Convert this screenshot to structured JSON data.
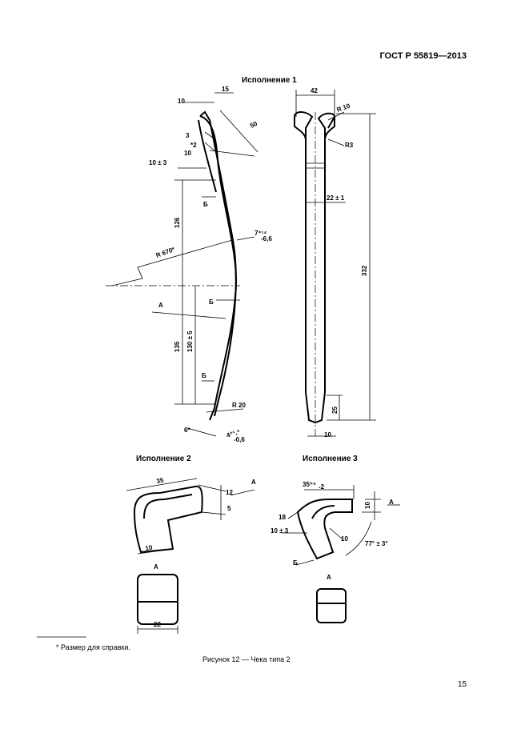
{
  "header": {
    "standard": "ГОСТ Р 55819—2013"
  },
  "views": {
    "v1": "Исполнение 1",
    "v2": "Исполнение 2",
    "v3": "Исполнение 3"
  },
  "dims_v1": {
    "d10": "10",
    "d15": "15",
    "d50": "50",
    "d3": "3",
    "d2": "*2",
    "d10b": "10",
    "d10pm3": "10 ± 3",
    "d126": "126",
    "R670": "R 670*",
    "tol1": "7⁺¹⁴₋₆,₆",
    "d135": "135",
    "d130pm5": "130 ± 5",
    "R20": "R 20",
    "d6": "6*",
    "tol2": "4⁺¹‚⁴₋₀,₆"
  },
  "dims_side": {
    "d42": "42",
    "R10": "R 10",
    "R3": "R3",
    "d22pm1": "22 ± 1",
    "d332": "332",
    "d25": "25",
    "d10": "10"
  },
  "dims_v2": {
    "d35": "35",
    "d12": "12",
    "d5": "5",
    "d10": "10",
    "d22": "22"
  },
  "dims_v3": {
    "d35": "35⁺⁵₋₂",
    "d10a": "10",
    "d18": "18",
    "d10pm3": "10 ± 3",
    "d10b": "10",
    "ang": "77° ± 3°"
  },
  "letters": {
    "A": "А",
    "B": "Б"
  },
  "footnote": "*  Размер для справки.",
  "caption": "Рисунок  12 — Чека типа 2",
  "page_number": "15"
}
